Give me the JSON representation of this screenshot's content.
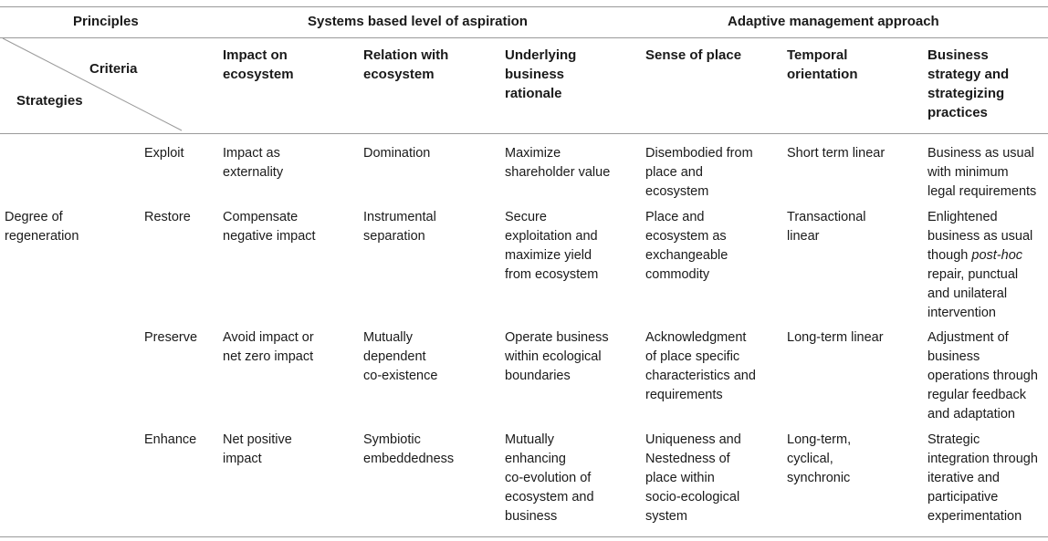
{
  "header": {
    "principles": "Principles",
    "systems_group": "Systems based level of aspiration",
    "adaptive_group": "Adaptive management approach",
    "criteria": "Criteria",
    "strategies": "Strategies",
    "columns": [
      [
        "Impact on",
        "ecosystem"
      ],
      [
        "Relation with",
        "ecosystem"
      ],
      [
        "Underlying",
        "business",
        "rationale"
      ],
      [
        "Sense of place"
      ],
      [
        "Temporal",
        "orientation"
      ],
      [
        "Business",
        "strategy and",
        "strategizing",
        "practices"
      ]
    ]
  },
  "row_group": [
    "Degree of",
    "regeneration"
  ],
  "rows": [
    {
      "strategy": "Exploit",
      "cells": [
        [
          "Impact as",
          "externality"
        ],
        [
          "Domination"
        ],
        [
          "Maximize",
          "shareholder value"
        ],
        [
          "Disembodied from",
          "place and",
          "ecosystem"
        ],
        [
          "Short term linear"
        ],
        [
          "Business as usual",
          "with minimum",
          "legal requirements"
        ]
      ]
    },
    {
      "strategy": "Restore",
      "cells": [
        [
          "Compensate",
          "negative impact"
        ],
        [
          "Instrumental",
          "separation"
        ],
        [
          "Secure",
          "exploitation and",
          "maximize yield",
          "from ecosystem"
        ],
        [
          "Place and",
          "ecosystem as",
          "exchangeable",
          "commodity"
        ],
        [
          "Transactional",
          "linear"
        ],
        [
          "Enlightened",
          "business as usual",
          "though post-hoc",
          "repair, punctual",
          "and unilateral",
          "intervention"
        ]
      ]
    },
    {
      "strategy": "Preserve",
      "cells": [
        [
          "Avoid impact or",
          "net zero impact"
        ],
        [
          "Mutually",
          "dependent",
          "co-existence"
        ],
        [
          "Operate business",
          "within ecological",
          "boundaries"
        ],
        [
          "Acknowledgment",
          "of place specific",
          "characteristics and",
          "requirements"
        ],
        [
          "Long-term linear"
        ],
        [
          "Adjustment of",
          "business",
          "operations through",
          "regular feedback",
          "and adaptation"
        ]
      ]
    },
    {
      "strategy": "Enhance",
      "cells": [
        [
          "Net positive",
          "impact"
        ],
        [
          "Symbiotic",
          "embeddedness"
        ],
        [
          "Mutually",
          "enhancing",
          "co-evolution of",
          "ecosystem and",
          "business"
        ],
        [
          "Uniqueness and",
          "Nestedness of",
          "place within",
          "socio-ecological",
          "system"
        ],
        [
          "Long-term,",
          "cyclical,",
          "synchronic"
        ],
        [
          "Strategic",
          "integration through",
          "iterative and",
          "participative",
          "experimentation"
        ]
      ]
    }
  ]
}
